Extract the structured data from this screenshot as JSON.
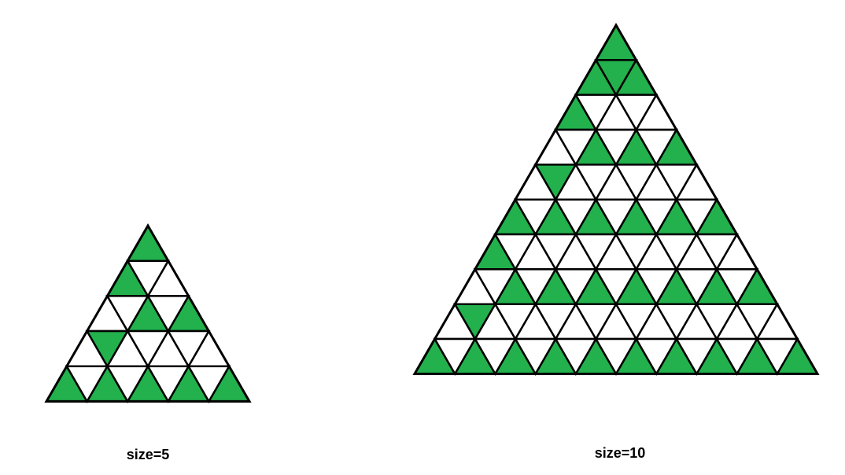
{
  "colors": {
    "fill": "#22b14c",
    "empty": "#ffffff",
    "stroke": "#000000"
  },
  "triangles": [
    {
      "id": "triangle-size-5",
      "label": "size=5",
      "size": 5,
      "green_up": {
        "0": [
          0
        ],
        "1": [
          0
        ],
        "2": [
          1,
          2
        ],
        "3": [],
        "4": [
          0,
          1,
          2,
          3,
          4
        ]
      },
      "green_down": {
        "3": [
          0
        ]
      }
    },
    {
      "id": "triangle-size-10",
      "label": "size=10",
      "size": 10,
      "green_up": {
        "0": [
          0
        ],
        "1": [
          0,
          1
        ],
        "2": [
          0
        ],
        "3": [
          1,
          2,
          3
        ],
        "4": [],
        "5": [
          0,
          1,
          2,
          3,
          4,
          5
        ],
        "6": [
          0
        ],
        "7": [
          1,
          2,
          3,
          4,
          5,
          6,
          7
        ],
        "8": [],
        "9": [
          0,
          1,
          2,
          3,
          4,
          5,
          6,
          7,
          8,
          9
        ]
      },
      "green_down": {
        "1": [
          0
        ],
        "4": [
          0
        ],
        "8": [
          0
        ]
      }
    }
  ]
}
